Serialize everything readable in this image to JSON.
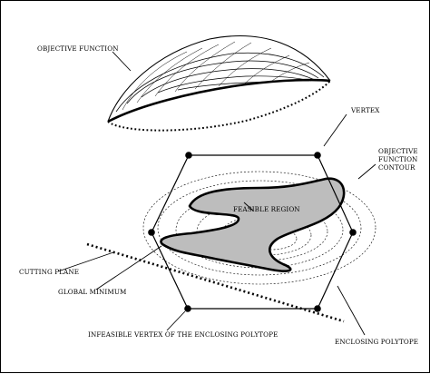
{
  "labels": {
    "objective_function": "OBJECTIVE FUNCTION",
    "vertex": "VERTEX",
    "contour_line1": "OBJECTIVE",
    "contour_line2": "FUNCTION",
    "contour_line3": "CONTOUR",
    "feasible_region": "FEASIBLE REGION",
    "cutting_plane": "CUTTING PLANE",
    "global_minimum": "GLOBAL MINIMUM",
    "infeasible_vertex": "INFEASIBLE VERTEX OF THE ENCLOSING POLYTOPE",
    "enclosing_polytope": "ENCLOSING POLYTOPE"
  },
  "colors": {
    "line": "#000000",
    "feasible_fill": "#bdbdbd",
    "background": "#ffffff"
  }
}
